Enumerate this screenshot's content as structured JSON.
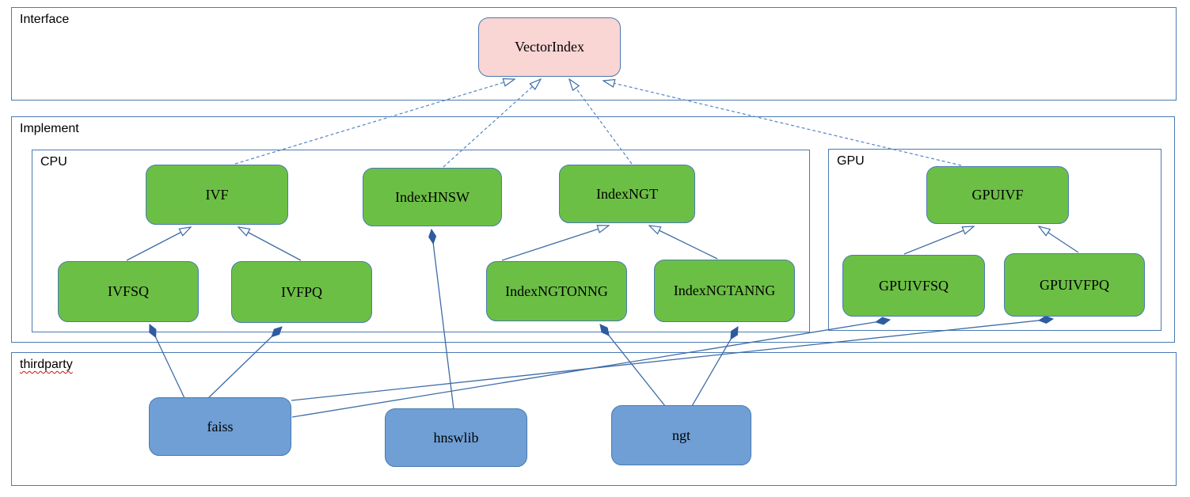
{
  "diagram_type": "uml-class-diagram",
  "colors": {
    "background": "#ffffff",
    "section_border": "#4a7ab2",
    "node_border": "#4a7ab2",
    "interface_node_fill": "#f9d5d3",
    "implementation_node_fill": "#6cbf45",
    "thirdparty_node_fill": "#6f9fd5",
    "solid_connector": "#3e6ca6",
    "dashed_connector": "#5585c5",
    "composition_diamond_fill": "#2e5c9e",
    "spellcheck_squiggle": "#cc1111",
    "label_text": "#000000"
  },
  "sections": {
    "interface": {
      "label": "Interface"
    },
    "implement": {
      "label": "Implement"
    },
    "cpu": {
      "label": "CPU"
    },
    "gpu": {
      "label": "GPU"
    },
    "thirdparty": {
      "label": "thirdparty"
    }
  },
  "nodes": {
    "vectorindex": {
      "label": "VectorIndex",
      "kind": "interface"
    },
    "ivf": {
      "label": "IVF",
      "kind": "cpu-implementation"
    },
    "indexhnsw": {
      "label": "IndexHNSW",
      "kind": "cpu-implementation"
    },
    "indexngt": {
      "label": "IndexNGT",
      "kind": "cpu-implementation"
    },
    "gpuivf": {
      "label": "GPUIVF",
      "kind": "gpu-implementation"
    },
    "ivfsq": {
      "label": "IVFSQ",
      "kind": "cpu-implementation"
    },
    "ivfpq": {
      "label": "IVFPQ",
      "kind": "cpu-implementation"
    },
    "indexngtonng": {
      "label": "IndexNGTONNG",
      "kind": "cpu-implementation"
    },
    "indexngtanng": {
      "label": "IndexNGTANNG",
      "kind": "cpu-implementation"
    },
    "gpuivfsq": {
      "label": "GPUIVFSQ",
      "kind": "gpu-implementation"
    },
    "gpuivfpq": {
      "label": "GPUIVFPQ",
      "kind": "gpu-implementation"
    },
    "faiss": {
      "label": "faiss",
      "kind": "thirdparty-library"
    },
    "hnswlib": {
      "label": "hnswlib",
      "kind": "thirdparty-library"
    },
    "ngt": {
      "label": "ngt",
      "kind": "thirdparty-library"
    }
  },
  "edges": [
    {
      "from": "ivf",
      "to": "vectorindex",
      "type": "realization",
      "style": "dashed-hollow-triangle"
    },
    {
      "from": "indexhnsw",
      "to": "vectorindex",
      "type": "realization",
      "style": "dashed-hollow-triangle"
    },
    {
      "from": "indexngt",
      "to": "vectorindex",
      "type": "realization",
      "style": "dashed-hollow-triangle"
    },
    {
      "from": "gpuivf",
      "to": "vectorindex",
      "type": "realization",
      "style": "dashed-hollow-triangle"
    },
    {
      "from": "ivfsq",
      "to": "ivf",
      "type": "generalization",
      "style": "solid-hollow-triangle"
    },
    {
      "from": "ivfpq",
      "to": "ivf",
      "type": "generalization",
      "style": "solid-hollow-triangle"
    },
    {
      "from": "indexngtonng",
      "to": "indexngt",
      "type": "generalization",
      "style": "solid-hollow-triangle"
    },
    {
      "from": "indexngtanng",
      "to": "indexngt",
      "type": "generalization",
      "style": "solid-hollow-triangle"
    },
    {
      "from": "gpuivfsq",
      "to": "gpuivf",
      "type": "generalization",
      "style": "solid-hollow-triangle"
    },
    {
      "from": "gpuivfpq",
      "to": "gpuivf",
      "type": "generalization",
      "style": "solid-hollow-triangle"
    },
    {
      "from": "faiss",
      "to": "ivfsq",
      "type": "composition",
      "style": "solid-filled-diamond"
    },
    {
      "from": "faiss",
      "to": "ivfpq",
      "type": "composition",
      "style": "solid-filled-diamond"
    },
    {
      "from": "hnswlib",
      "to": "indexhnsw",
      "type": "composition",
      "style": "solid-filled-diamond"
    },
    {
      "from": "ngt",
      "to": "indexngtonng",
      "type": "composition",
      "style": "solid-filled-diamond"
    },
    {
      "from": "ngt",
      "to": "indexngtanng",
      "type": "composition",
      "style": "solid-filled-diamond"
    },
    {
      "from": "faiss",
      "to": "gpuivfsq",
      "type": "composition",
      "style": "solid-filled-diamond"
    },
    {
      "from": "faiss",
      "to": "gpuivfpq",
      "type": "composition",
      "style": "solid-filled-diamond"
    }
  ]
}
